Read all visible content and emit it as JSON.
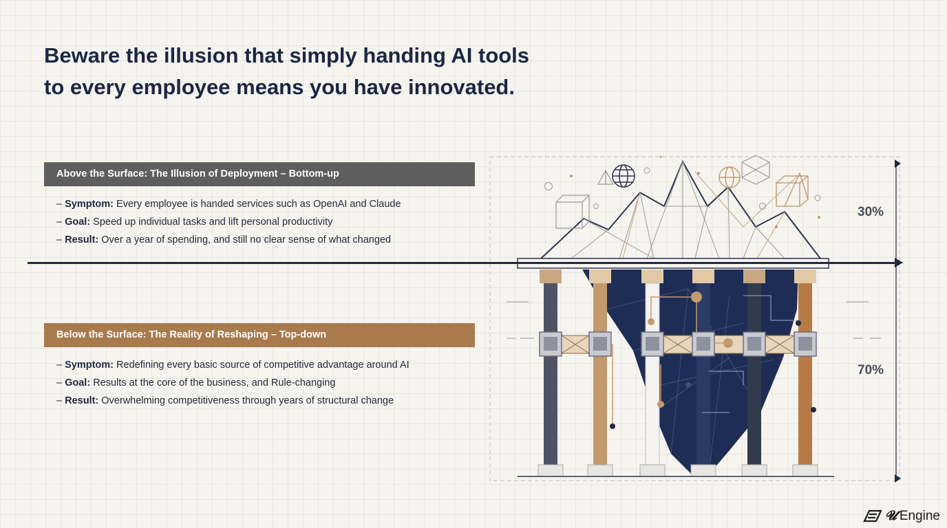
{
  "title": {
    "line1": "Beware the illusion that simply handing AI tools",
    "line2": "to every employee means you have innovated."
  },
  "above": {
    "header": "Above the Surface: The Illusion of Deployment – Bottom-up",
    "items": [
      {
        "label": "Symptom:",
        "text": "Every employee is handed services such as OpenAI and Claude"
      },
      {
        "label": "Goal:",
        "text": "Speed up individual tasks and lift personal productivity"
      },
      {
        "label": "Result:",
        "text": "Over a year of spending, and still no clear sense of what changed"
      }
    ]
  },
  "below": {
    "header": "Below the Surface: The Reality of Reshaping – Top-down",
    "items": [
      {
        "label": "Symptom:",
        "text": "Redefining every basic source of competitive advantage around AI"
      },
      {
        "label": "Goal:",
        "text": "Results at the core of the business, and Rule-changing"
      },
      {
        "label": "Result:",
        "text": "Overwhelming competitiveness through years of structural change"
      }
    ]
  },
  "diagram": {
    "above_share": "30%",
    "below_share": "70%"
  },
  "colors": {
    "navy": "#1f2a44",
    "grey_bar": "#5e5e5e",
    "bronze_bar": "#a97a4c",
    "tan": "#c49a6c",
    "deep_navy": "#1e2d55"
  },
  "logo": {
    "mark": "𝓤",
    "text": "Engine"
  }
}
